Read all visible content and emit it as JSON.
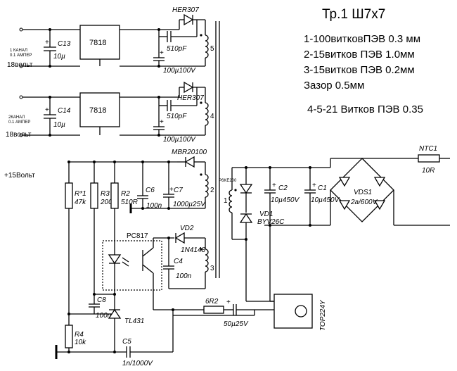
{
  "notes": {
    "title": "Тр.1 Ш7х7",
    "line1": "1-100витковПЭВ 0.3 мм",
    "line2": "2-15витков ПЭВ 1.0мм",
    "line3": "3-15витков ПЭВ 0.2мм",
    "line4": "Зазор 0.5мм",
    "line5": "4-5-21 Витков ПЭВ  0.35"
  },
  "ch1": {
    "regulator": "7818",
    "cap_in_name": "C13",
    "cap_in_value": "10µ",
    "channel_line1": "1 КАНАЛ",
    "channel_line2": "0.1 АМПЕР",
    "output_label": "18вольт",
    "diode_name": "HER307",
    "snubber_value": "510pF",
    "cap_out_value": "100µ100V",
    "winding_number": "5"
  },
  "ch2": {
    "regulator": "7818",
    "cap_in_name": "C14",
    "cap_in_value": "10µ",
    "channel_line1": "2КАНАЛ",
    "channel_line2": "0.1 АМПЕР",
    "output_label": "18вольт",
    "diode_name": "HER307",
    "snubber_value": "510pF",
    "cap_out_value": "100µ100V",
    "winding_number": "4"
  },
  "main_out": {
    "label": "+15Вольт",
    "diode_name": "MBR20100",
    "winding_number": "2",
    "r1_name": "R*1",
    "r1_value": "47k",
    "r3_name": "R3",
    "r3_value": "200R",
    "r2_name": "R2",
    "r2_value": "510R",
    "c6_name": "C6",
    "c6_value": "100n",
    "c7_name": "C7",
    "c7_value": "1000µ25V"
  },
  "feedback": {
    "optocoupler": "PC817",
    "vd2_name": "VD2",
    "vd2_value": "1N4148",
    "c4_name": "C4",
    "c4_value": "100n",
    "winding_number": "3",
    "c8_name": "C8",
    "c8_value": "100n",
    "shunt": "TL431",
    "r4_name": "R4",
    "r4_value": "10k",
    "c5_name": "C5",
    "c5_value": "1n/1000V",
    "r6_value": "6R2",
    "c_bias_value": "50µ25V"
  },
  "primary": {
    "winding_number": "1",
    "tvs": "P6KE200",
    "vd1_name": "VD1",
    "vd1_value": "BYV26C",
    "c2_name": "C2",
    "c2_value": "10µ450V",
    "c1_name": "C1",
    "c1_value": "10µ450V",
    "bridge_name": "VDS1",
    "bridge_value": "2a/600V",
    "ntc_name": "NTC1",
    "ntc_value": "10R",
    "controller": "TOP224Y"
  }
}
